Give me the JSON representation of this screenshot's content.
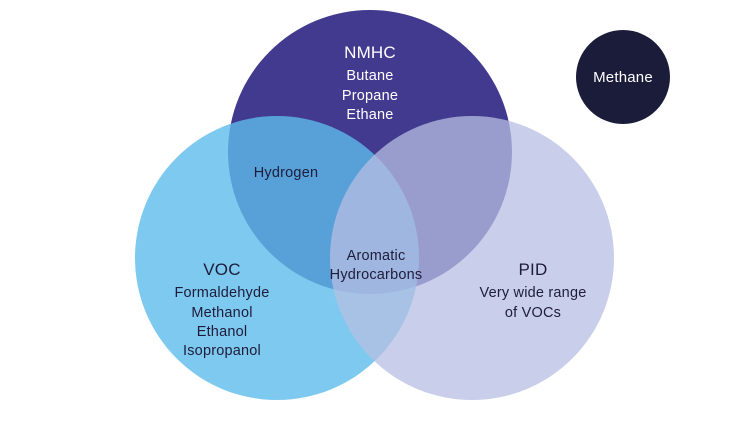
{
  "diagram": {
    "type": "venn",
    "background_color": "#ffffff",
    "text_color_dark": "#1E1C3A",
    "text_color_light": "#ffffff",
    "circles": {
      "nmhc": {
        "title": "NMHC",
        "items": [
          "Butane",
          "Propane",
          "Ethane"
        ],
        "color": "#423A8E"
      },
      "voc": {
        "title": "VOC",
        "items": [
          "Formaldehyde",
          "Methanol",
          "Ethanol",
          "Isopropanol"
        ],
        "color": "#7EC9EF"
      },
      "pid": {
        "title": "PID",
        "items": [
          "Very wide range",
          "of VOCs"
        ],
        "color": "#C9CFEA"
      },
      "methane": {
        "title": "Methane",
        "color": "#1B1B3A"
      }
    },
    "overlaps": {
      "nmhc_voc": "Hydrogen",
      "nmhc_voc_pid": "Aromatic\nHydrocarbons"
    }
  }
}
